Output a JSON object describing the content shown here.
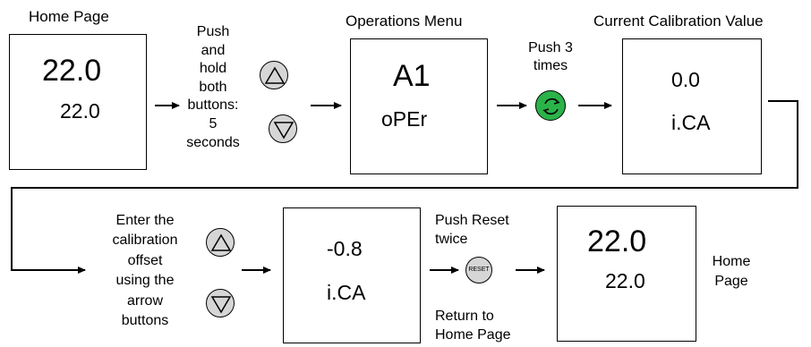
{
  "colors": {
    "cycle_button": "#2bb34a",
    "arrow_button": "#d6d6d6",
    "line": "#000000"
  },
  "step1": {
    "title": "Home Page",
    "display_top": "22.0",
    "display_bottom": "22.0"
  },
  "step2": {
    "lines": [
      "Push",
      "and",
      "hold",
      "both",
      "buttons:",
      "5",
      "seconds"
    ],
    "icons": [
      "up-arrow-icon",
      "down-arrow-icon"
    ]
  },
  "step3": {
    "title": "Operations Menu",
    "display_top": "A1",
    "display_bottom": "oPEr"
  },
  "step4": {
    "lines": [
      "Push 3",
      "times"
    ],
    "icon": "cycle-icon"
  },
  "step5": {
    "title": "Current Calibration Value",
    "display_top": "0.0",
    "display_bottom": "i.CA"
  },
  "step6": {
    "lines": [
      "Enter the",
      "calibration",
      "offset",
      "using the",
      "arrow",
      "buttons"
    ],
    "icons": [
      "up-arrow-icon",
      "down-arrow-icon"
    ]
  },
  "step7": {
    "display_top": "-0.8",
    "display_bottom": "i.CA"
  },
  "step8": {
    "top_lines": [
      "Push Reset",
      "twice"
    ],
    "button_label": "RESET",
    "bottom_lines": [
      "Return to",
      "Home Page"
    ]
  },
  "step9": {
    "display_top": "22.0",
    "display_bottom": "22.0",
    "side_lines": [
      "Home",
      "Page"
    ]
  }
}
